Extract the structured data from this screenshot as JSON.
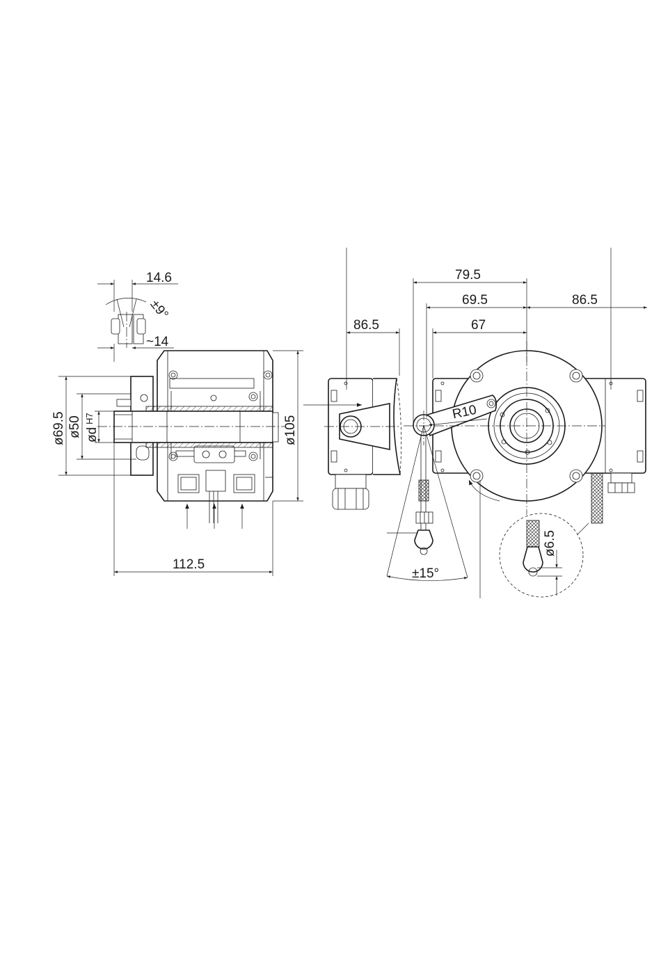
{
  "dimensions": {
    "d14_6": "14.6",
    "angle_9": "±9°",
    "approx_14": "~14",
    "dia69_5": "ø69.5",
    "dia50": "ø50",
    "dia_d": "ød",
    "tol_h7": "H7",
    "dia105": "ø105",
    "len112_5": "112.5",
    "side_86_5": "86.5",
    "front_79_5": "79.5",
    "front_69_5": "69.5",
    "front_86_5": "86.5",
    "front_67": "67",
    "radius10": "R10",
    "angle15": "±15°",
    "dia6_5": "ø6.5"
  }
}
